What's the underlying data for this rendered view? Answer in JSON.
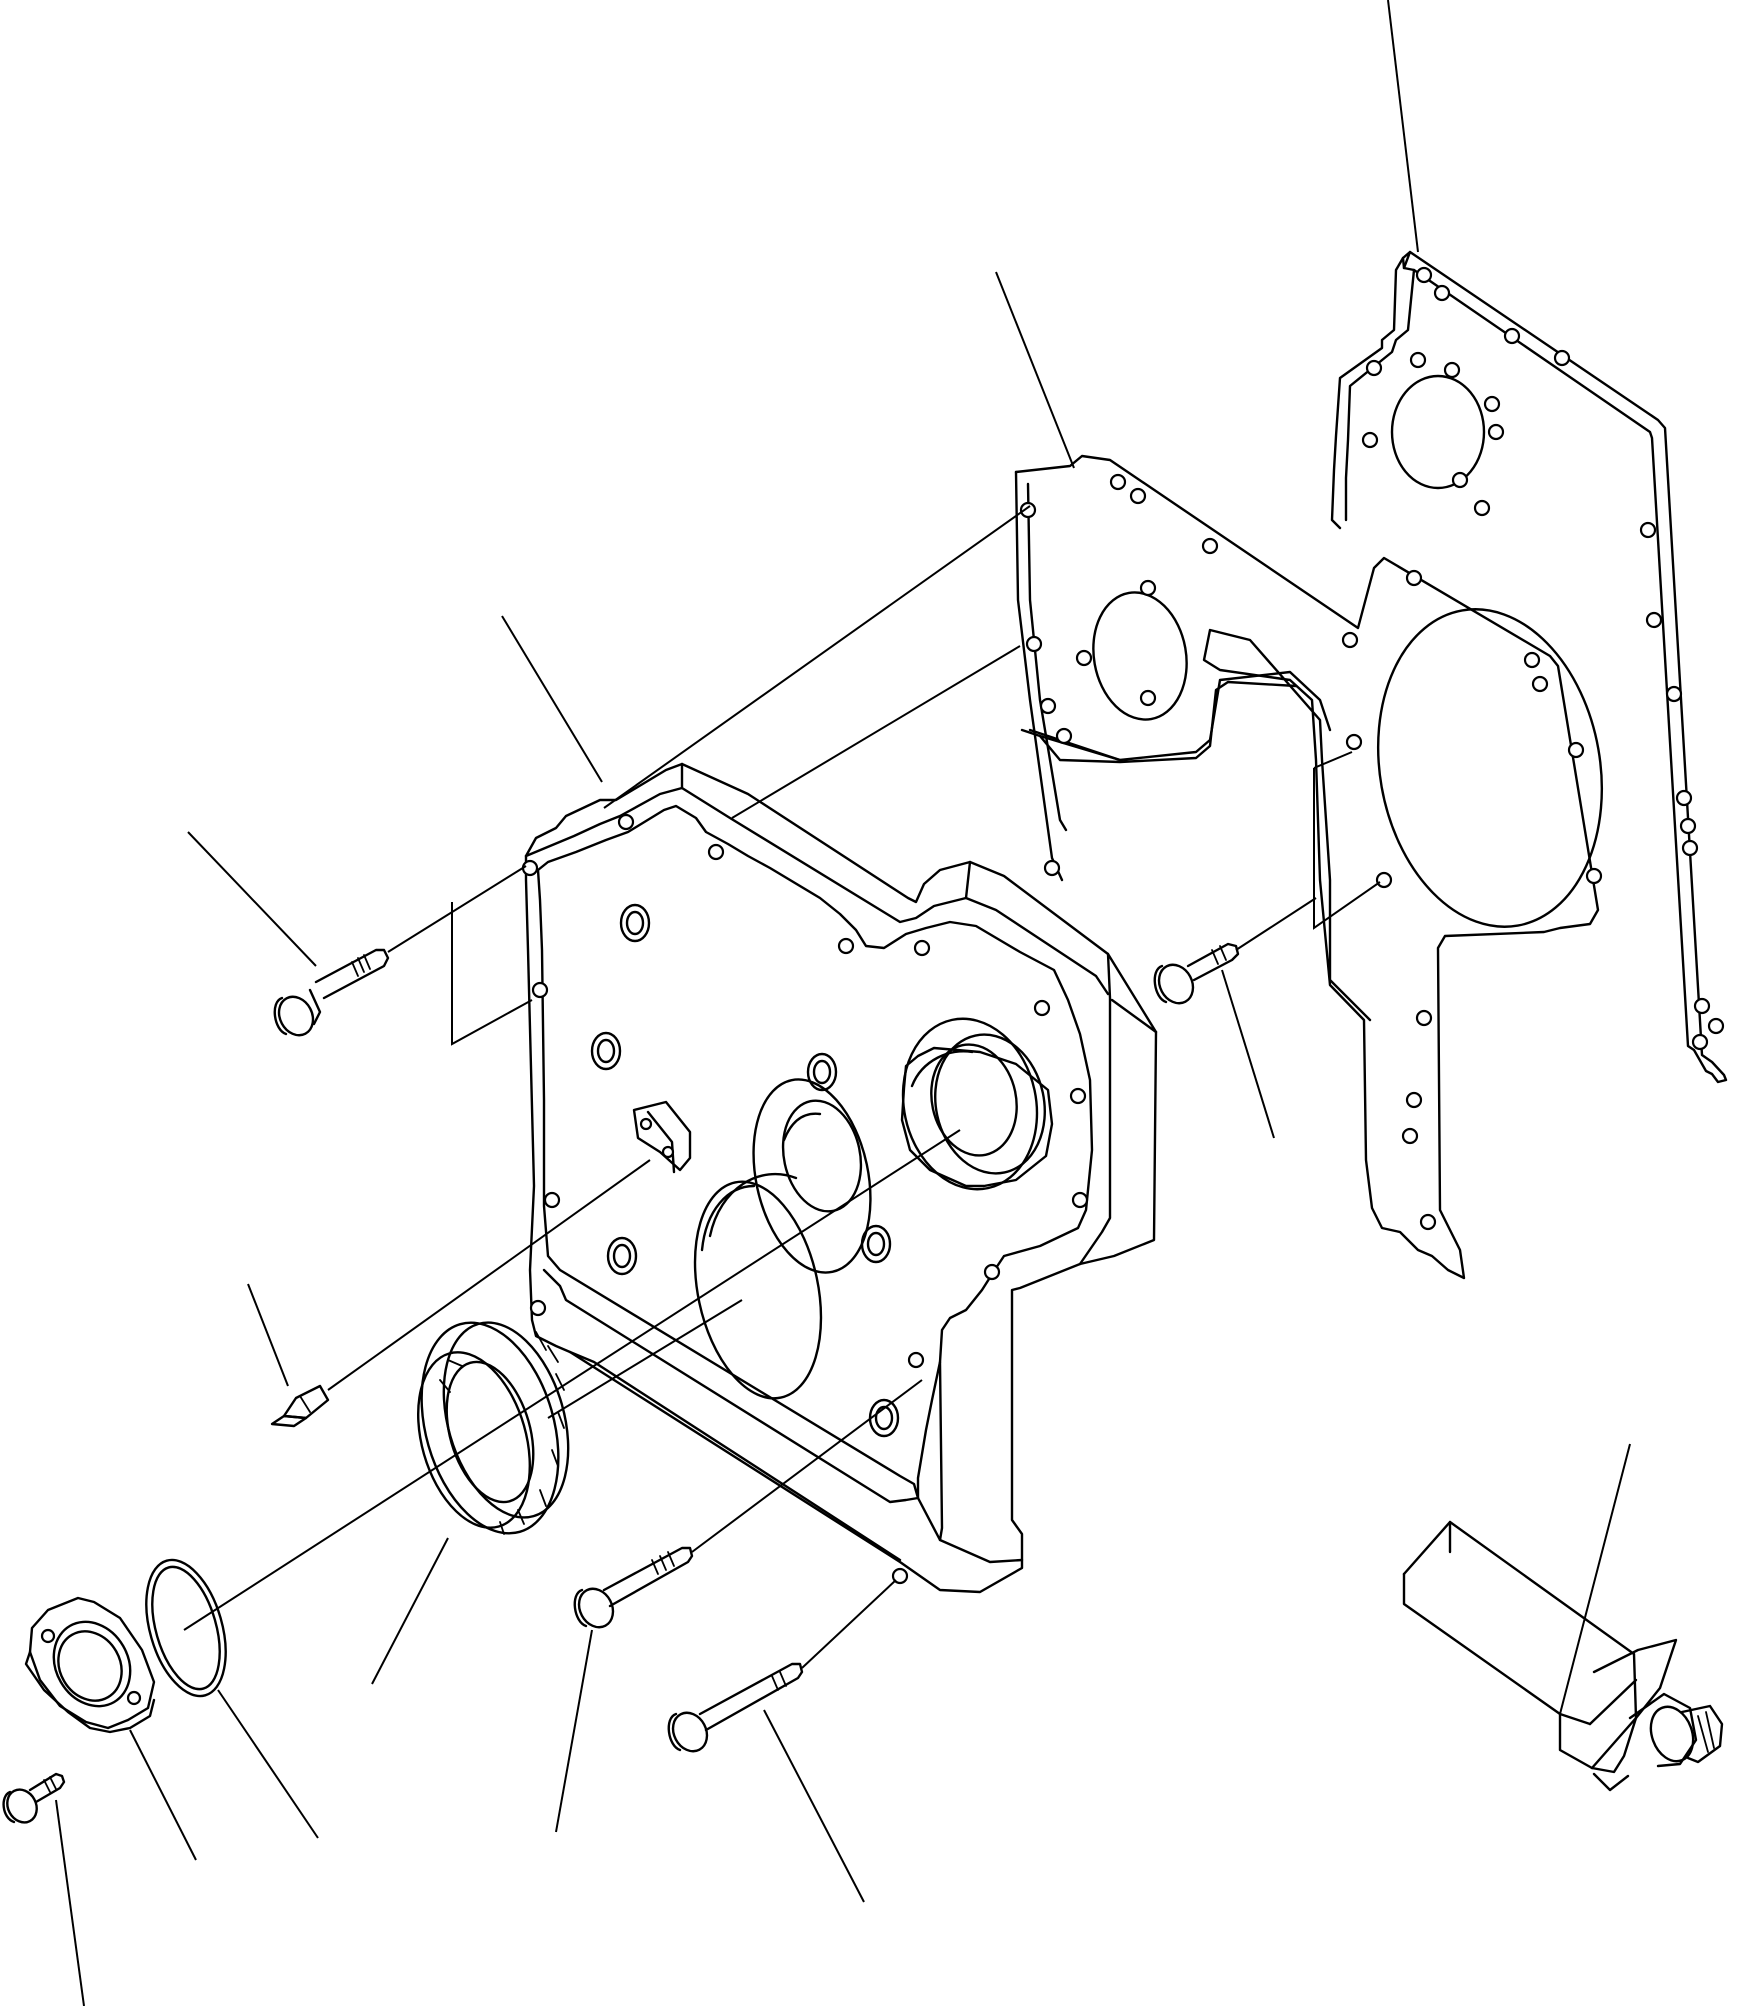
{
  "colors": {
    "line": "#000000",
    "background": "#ffffff"
  },
  "parts": [
    {
      "key": "rear-gasket"
    },
    {
      "key": "front-gasket"
    },
    {
      "key": "gear-case-cover"
    },
    {
      "key": "upper-left-bolt"
    },
    {
      "key": "right-bolt"
    },
    {
      "key": "dowel-pin"
    },
    {
      "key": "oil-seal"
    },
    {
      "key": "o-ring"
    },
    {
      "key": "seal-cover-plate"
    },
    {
      "key": "small-bolt"
    },
    {
      "key": "lower-middle-bolt"
    },
    {
      "key": "lower-right-bolt"
    },
    {
      "key": "seal-installer-tool"
    }
  ]
}
